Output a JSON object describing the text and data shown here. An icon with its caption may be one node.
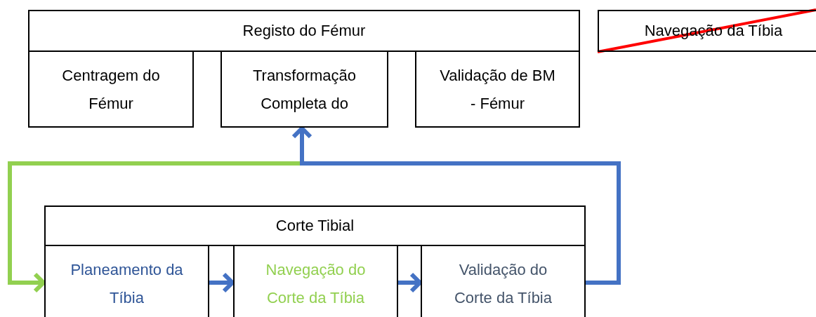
{
  "diagram": {
    "nodes": [
      {
        "text": [
          "Registo do Fémur"
        ]
      },
      {
        "text": [
          "Centragem do Fémur"
        ]
      },
      {
        "text": [
          "Transformação Completa do"
        ]
      },
      {
        "text": [
          "Validação de BM - Fémur"
        ]
      },
      {
        "text": [
          "Navegação da Tíbia"
        ]
      },
      {
        "text": [
          "Corte Tibial"
        ]
      },
      {
        "text": [
          "Planeamento da Tíbia"
        ]
      },
      {
        "text": [
          "Navegação do Corte da Tíbia"
        ]
      },
      {
        "text": [
          "Validação do Corte da Tíbia"
        ]
      }
    ],
    "edges": [
      {
        "from": 6,
        "to": 7,
        "arrow": "to",
        "color": "#4472c4"
      },
      {
        "from": 7,
        "to": 8,
        "arrow": "to",
        "color": "#4472c4"
      },
      {
        "from": 2,
        "to": 6,
        "arrow": "to",
        "color": "#92d050"
      },
      {
        "from": 8,
        "to": 2,
        "arrow": "to",
        "color": "#4472c4"
      }
    ]
  }
}
